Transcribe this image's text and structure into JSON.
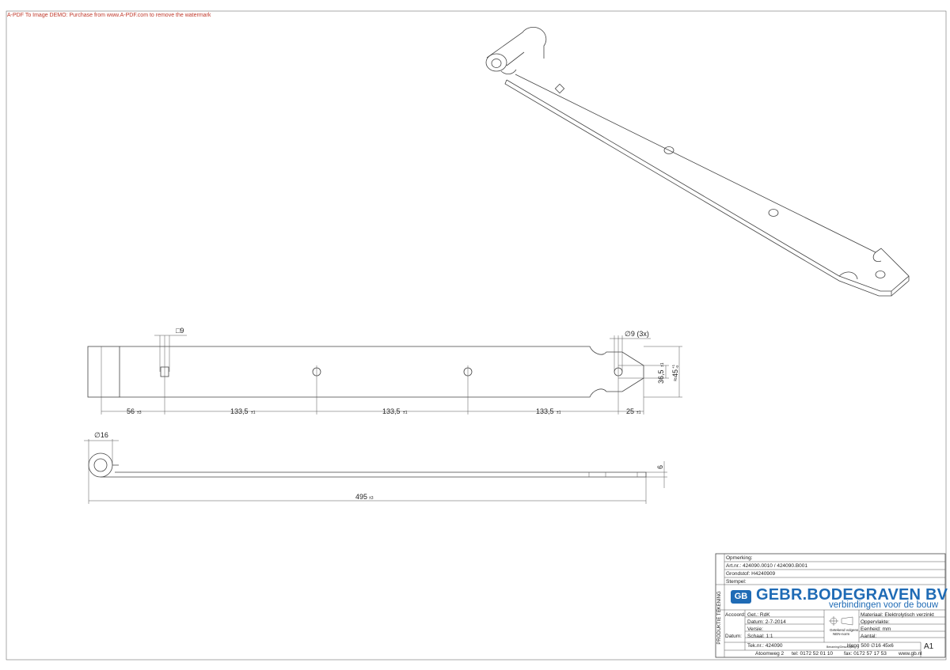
{
  "watermark": "A-PDF To Image DEMO: Purchase from www.A-PDF.com to remove the watermark",
  "dimensions": {
    "square_hole": "□9",
    "hole_dia": "∅9 (3x)",
    "d56": "56",
    "tol3": "±3",
    "d1335": "133,5",
    "tol1": "±1",
    "d25": "25",
    "d365": "36,5",
    "d45": "≈45",
    "tol45_top": "+1",
    "tol45_bot": "-0",
    "eye_dia": "∅16",
    "thickness": "6",
    "total": "495",
    "total_tol": "±3"
  },
  "title_block": {
    "opmerking_label": "Opmerking:",
    "artnr": "Art.nr.: 424090.0010 / 424090.B001",
    "grondstof": "Grondstof: H4240909",
    "stempel": "Stempel:",
    "company": "GEBR.BODEGRAVEN BV",
    "tagline": "verbindingen voor de bouw",
    "logo_mark": "GB",
    "vertical_label": "PRODUKTIE TEKENING",
    "akkoord": "Accoord:",
    "datum_label": "Datum:",
    "get": "Get.: RdK",
    "datum": "Datum: 2-7-2014",
    "versie": "Versie:",
    "schaal": "Schaal: 1:1",
    "teknr": "Tek.nr.: 424090",
    "symbol_caption_1": "Getekend volgens",
    "symbol_caption_2": "NEN-norm",
    "materiaal": "Materiaal: Elektrolytisch verzinkt",
    "oppervlakte": "Oppervlakte:",
    "eenheid": "Eenheid: mm",
    "aantal": "Aantal:",
    "benaming_label": "Benaming/Omschrijving",
    "benaming": "Heng 500 ∅16 45x6",
    "address": "Atoomweg 2",
    "tel": "tel: 0172 52 01 10",
    "fax": "fax: 0172 57 17 53",
    "web": "www.gb.nl",
    "sheet": "A1"
  },
  "colors": {
    "brand_blue": "#1f6bb5",
    "watermark_red": "#c0392b"
  }
}
